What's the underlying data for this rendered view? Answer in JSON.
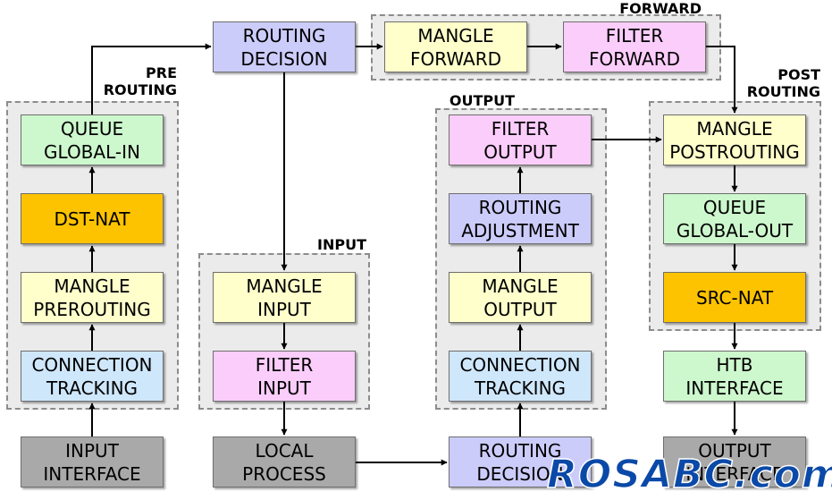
{
  "groups": {
    "prerouting": [
      "PRE",
      "ROUTING"
    ],
    "input": [
      "INPUT"
    ],
    "output": [
      "OUTPUT"
    ],
    "forward": [
      "FORWARD"
    ],
    "postrouting": [
      "POST",
      "ROUTING"
    ]
  },
  "boxes": {
    "input_interface": [
      "INPUT",
      "INTERFACE"
    ],
    "connection_tracking_pre": [
      "CONNECTION",
      "TRACKING"
    ],
    "mangle_prerouting": [
      "MANGLE",
      "PREROUTING"
    ],
    "dst_nat": [
      "DST-NAT"
    ],
    "queue_global_in": [
      "QUEUE",
      "GLOBAL-IN"
    ],
    "routing_decision_top": [
      "ROUTING",
      "DECISION"
    ],
    "mangle_forward": [
      "MANGLE",
      "FORWARD"
    ],
    "filter_forward": [
      "FILTER",
      "FORWARD"
    ],
    "mangle_input": [
      "MANGLE",
      "INPUT"
    ],
    "filter_input": [
      "FILTER",
      "INPUT"
    ],
    "local_process": [
      "LOCAL",
      "PROCESS"
    ],
    "routing_decision_bottom": [
      "ROUTING",
      "DECISION"
    ],
    "connection_tracking_out": [
      "CONNECTION",
      "TRACKING"
    ],
    "mangle_output": [
      "MANGLE",
      "OUTPUT"
    ],
    "routing_adjustment": [
      "ROUTING",
      "ADJUSTMENT"
    ],
    "filter_output": [
      "FILTER",
      "OUTPUT"
    ],
    "mangle_postrouting": [
      "MANGLE",
      "POSTROUTING"
    ],
    "queue_global_out": [
      "QUEUE",
      "GLOBAL-OUT"
    ],
    "src_nat": [
      "SRC-NAT"
    ],
    "htb_interface": [
      "HTB",
      "INTERFACE"
    ],
    "output_interface": [
      "OUTPUT",
      "INTERFACE"
    ]
  },
  "watermark": "ROSABC.com",
  "colors": {
    "gray": "#a9a9a9",
    "blue": "#cfe7fb",
    "yellow": "#ffffcc",
    "orange": "#fdc300",
    "green": "#cdf7cd",
    "lavender": "#ccccfb",
    "pink": "#fbcdfb",
    "group_fill": "#ebebeb",
    "group_border": "#8c8c8c",
    "watermark": "#0a49a8"
  }
}
